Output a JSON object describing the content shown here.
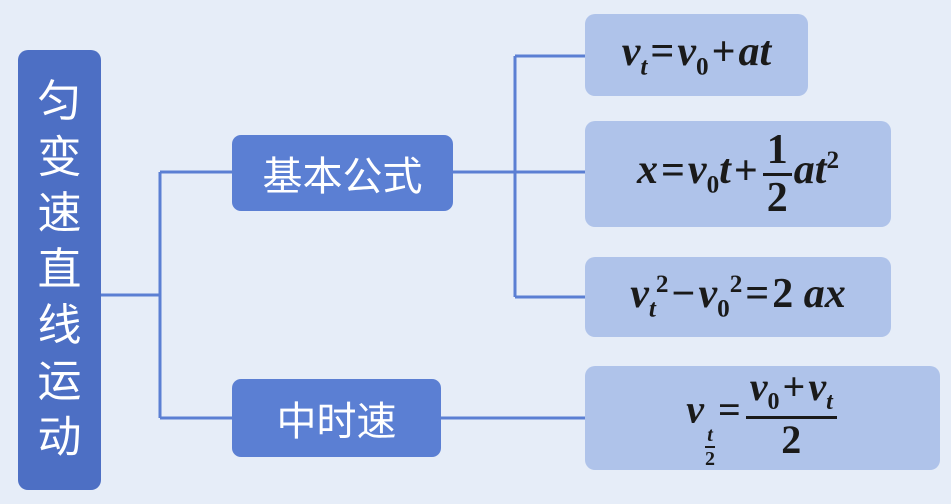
{
  "root": {
    "label": "匀变速直线运动"
  },
  "branches": [
    {
      "label": "基本公式"
    },
    {
      "label": "中时速"
    }
  ],
  "formulas": {
    "velocity_time": {
      "v": "v",
      "t": "t",
      "eq": "=",
      "v0": "v",
      "zero": "0",
      "plus": "+",
      "at": "at"
    },
    "displacement_time": {
      "x": "x",
      "eq": "=",
      "v": "v",
      "zero": "0",
      "t": "t",
      "plus": "+",
      "num": "1",
      "den": "2",
      "at": "at",
      "sq": "2"
    },
    "velocity_displacement": {
      "v": "v",
      "t": "t",
      "sq1": "2",
      "minus": "−",
      "v0": "v",
      "zero": "0",
      "sq2": "2",
      "eq": "=",
      "rhs": "2",
      "ax": "ax"
    },
    "midpoint_velocity": {
      "v": "v",
      "sub_num": "t",
      "sub_den": "2",
      "eq": "=",
      "v0": "v",
      "zero": "0",
      "plus": "+",
      "vt": "v",
      "t": "t",
      "den": "2"
    }
  }
}
